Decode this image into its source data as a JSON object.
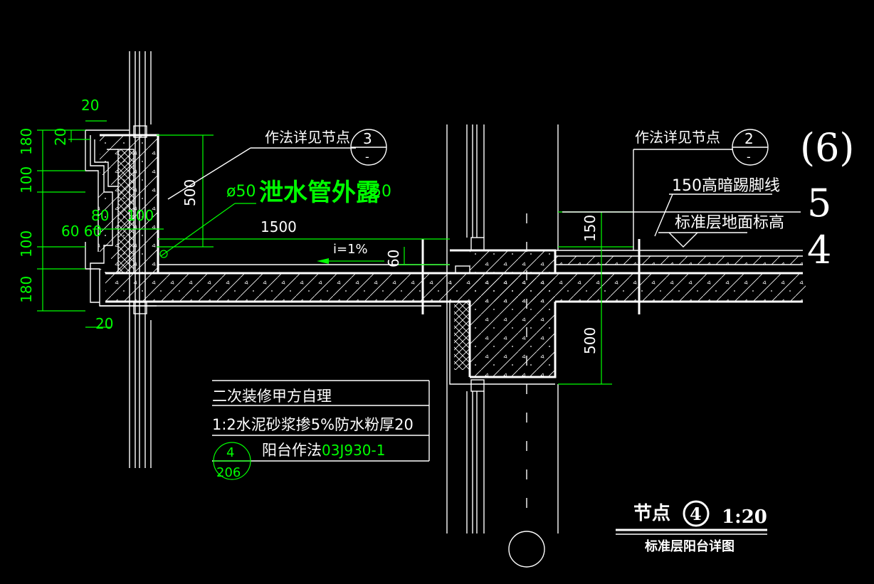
{
  "colors": {
    "background": "#000000",
    "lines": "#ffffff",
    "dimensions": "#00ff00"
  },
  "dims": {
    "d20_top": "20",
    "d20_side": "20",
    "d180_top": "180",
    "d100_top": "100",
    "d80": "80",
    "d100_mid": "100",
    "d60_60": "60 60",
    "d100_bot": "100",
    "d180_bot": "180",
    "d20_bot": "20",
    "d500_left": "500",
    "d1500": "1500",
    "d60_step": "60",
    "d150": "150",
    "d500_right": "500",
    "phi50_a": "ø50",
    "phi50_b": "50"
  },
  "notes": {
    "see_node_left": "作法详见节点",
    "see_node_right": "作法详见节点",
    "drain_pipe": "泄水管外露",
    "slope": "i=1%",
    "skirting": "150高暗踢脚线",
    "floor_level": "标准层地面标高"
  },
  "callouts": {
    "left_top": "3",
    "left_bottom": "-",
    "right_top": "2",
    "right_bottom": "-",
    "ref_top": "4",
    "ref_bottom": "206"
  },
  "floor_marks": {
    "f6": "(6)",
    "f5": "5",
    "f4": "4"
  },
  "legend": {
    "line1": "二次装修甲方自理",
    "line2": "1:2水泥砂浆掺5%防水粉厚20",
    "line3_label": "阳台作法",
    "line3_code": "03J930-1"
  },
  "title_block": {
    "node_label": "节点",
    "node_number": "4",
    "scale": "1:20",
    "subtitle": "标准层阳台详图"
  }
}
